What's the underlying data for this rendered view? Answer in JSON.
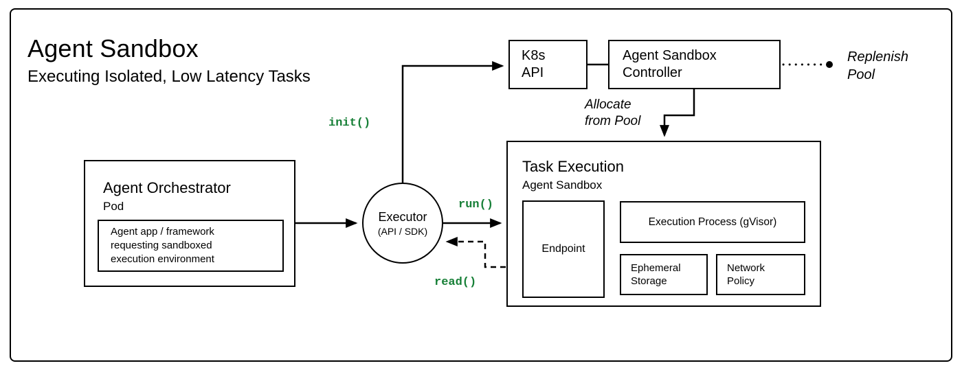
{
  "header": {
    "title": "Agent Sandbox",
    "subtitle": "Executing Isolated, Low Latency Tasks"
  },
  "nodes": {
    "k8s_api": {
      "label": "K8s\nAPI"
    },
    "controller": {
      "label": "Agent Sandbox\nController"
    },
    "orchestrator": {
      "title": "Agent Orchestrator",
      "subtitle": "Pod",
      "app_box": "Agent app / framework\nrequesting sandboxed\nexecution environment"
    },
    "executor": {
      "title": "Executor",
      "subtitle": "(API / SDK)"
    },
    "task_execution": {
      "title": "Task Execution",
      "subtitle": "Agent Sandbox",
      "endpoint": "Endpoint",
      "execution_process": "Execution Process (gVisor)",
      "ephemeral_storage": "Ephemeral\nStorage",
      "network_policy": "Network\nPolicy"
    }
  },
  "edges": {
    "init_call": "init()",
    "run_call": "run()",
    "read_call": "read()",
    "allocate_from_pool": "Allocate\nfrom Pool",
    "replenish_pool": "Replenish\nPool"
  },
  "colors": {
    "code_green": "#188038",
    "line_black": "#000000"
  }
}
